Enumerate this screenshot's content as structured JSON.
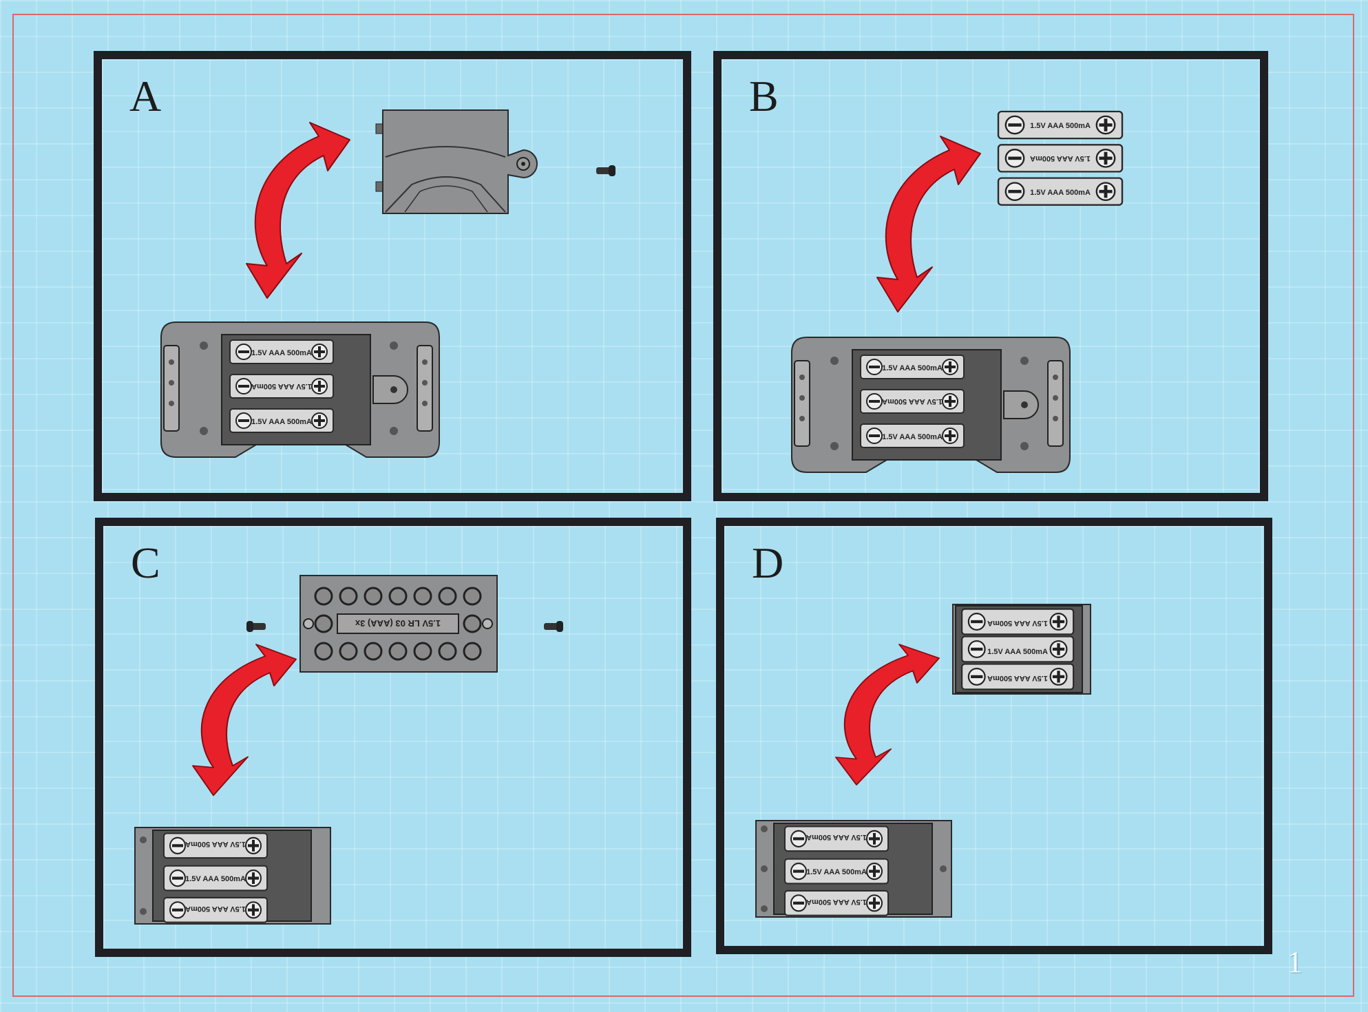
{
  "panels": [
    {
      "letter": "A"
    },
    {
      "letter": "B"
    },
    {
      "letter": "C"
    },
    {
      "letter": "D"
    }
  ],
  "battery_text": {
    "upright": "1.5V  AAA  500mA",
    "mirrored": "1.5V  AAA  500mA"
  },
  "cover_label": "1.5V  LR 03   (AAA)   3x",
  "page_number": "1",
  "colors": {
    "background": "#a9dff1",
    "panel_border": "#1f1f24",
    "arrow": "#e8202a",
    "device_gray": "#8f9091",
    "battery": "#d6d6d6",
    "page_border": "#d9686b"
  },
  "icons": [
    "curved-double-arrow-icon",
    "screw-icon",
    "battery-icon",
    "battery-cover-icon",
    "battery-holder-icon"
  ]
}
